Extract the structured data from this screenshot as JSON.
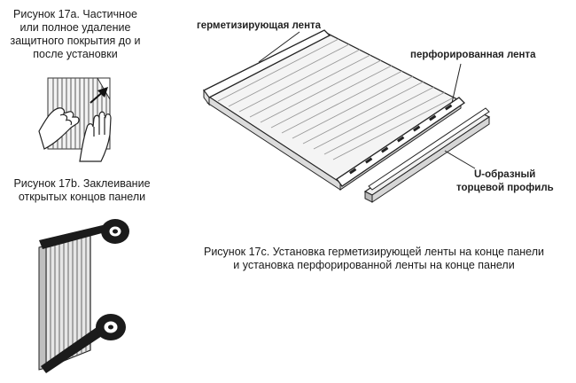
{
  "figure_a": {
    "caption_lines": [
      "Рисунок 17a. Частичное",
      "или полное удаление",
      "защитного покрытия до и",
      "после установки"
    ]
  },
  "figure_b": {
    "caption_lines": [
      "Рисунок 17b. Заклеивание",
      "открытых концов панели"
    ]
  },
  "figure_c": {
    "labels": {
      "sealing_tape": "герметизирующая лента",
      "perforated_tape": "перфорированная лента",
      "u_profile_line1": "U-образный",
      "u_profile_line2": "торцевой профиль"
    },
    "caption_lines": [
      "Рисунок 17c.  Установка герметизирующей ленты на конце панели",
      "и установка перфорированной ленты на конце панели"
    ]
  }
}
